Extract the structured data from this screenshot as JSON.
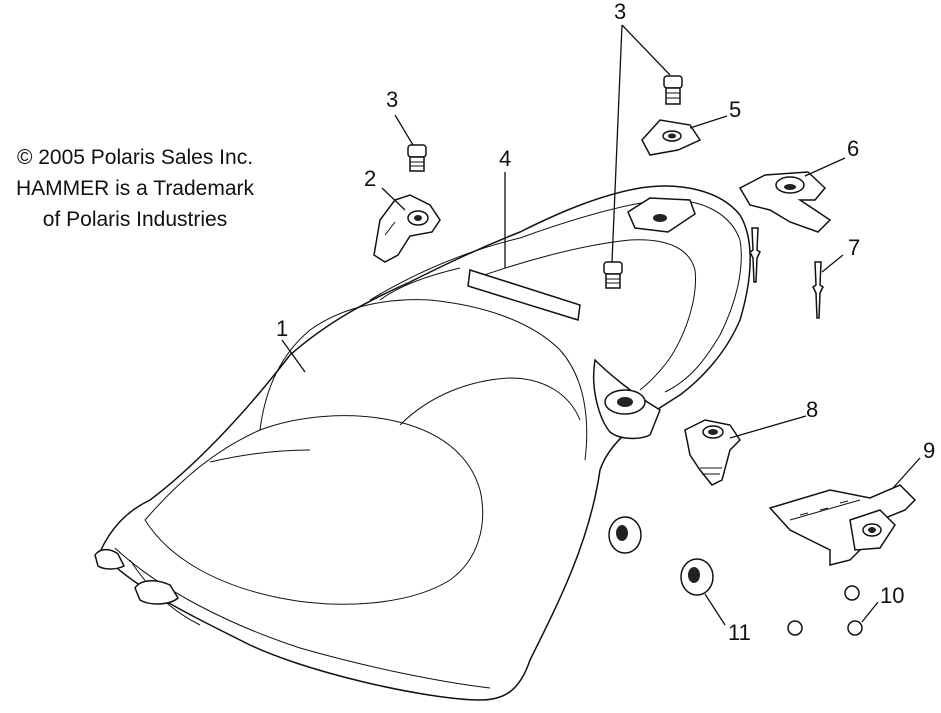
{
  "copyright": {
    "line1": "© 2005 Polaris Sales Inc.",
    "line2": "HAMMER is a Trademark",
    "line3": "of Polaris Industries"
  },
  "callouts": {
    "c1": "1",
    "c2": "2",
    "c3a": "3",
    "c3b": "3",
    "c4": "4",
    "c5": "5",
    "c6": "6",
    "c7": "7",
    "c8": "8",
    "c9": "9",
    "c10": "10",
    "c11": "11"
  }
}
